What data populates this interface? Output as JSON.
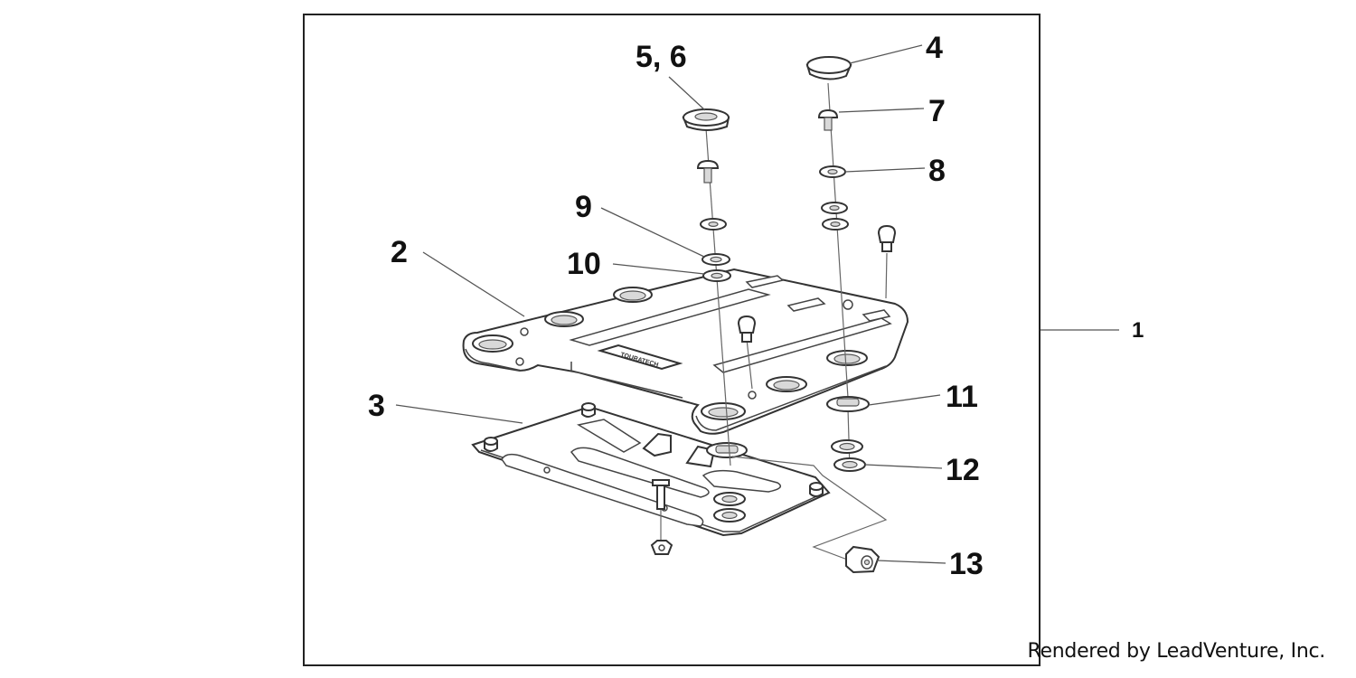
{
  "diagram": {
    "callouts": {
      "c1": "1",
      "c2": "2",
      "c3": "3",
      "c4": "4",
      "c56": "5, 6",
      "c7": "7",
      "c8": "8",
      "c9": "9",
      "c10": "10",
      "c11": "11",
      "c12": "12",
      "c13": "13"
    },
    "plate_logo": "TOURATECH"
  },
  "footer": {
    "credit": "Rendered by LeadVenture, Inc."
  }
}
